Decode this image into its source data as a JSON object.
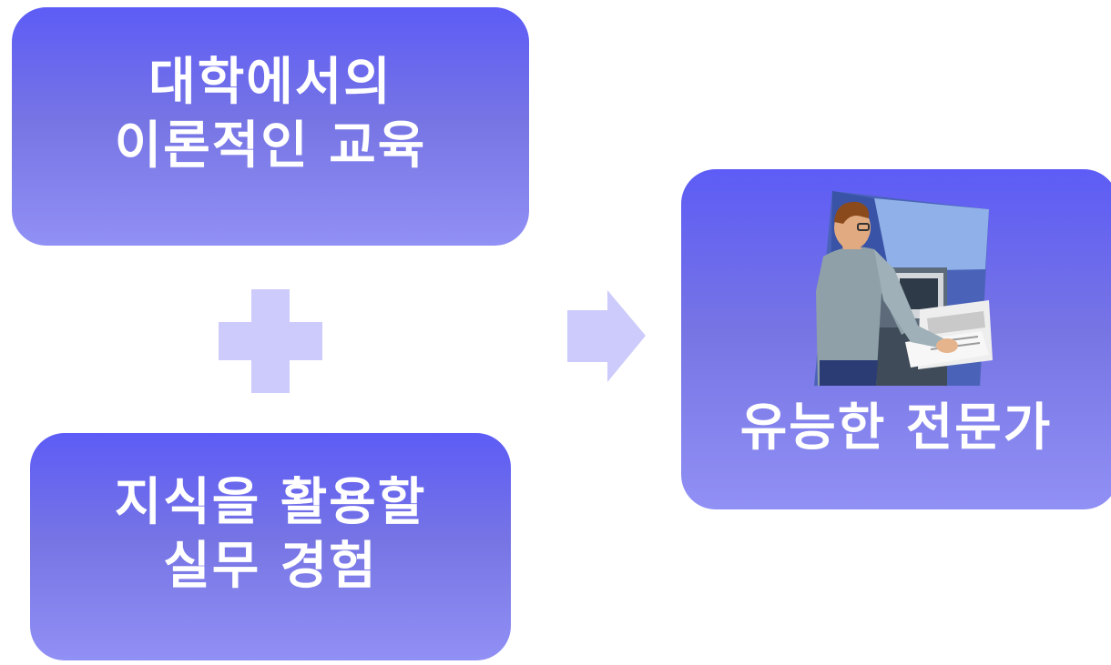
{
  "diagram": {
    "theory_box": {
      "line1": "대학에서의",
      "line2": "이론적인 교육"
    },
    "practice_box": {
      "line1": "지식을 활용할",
      "line2": "실무 경험"
    },
    "result_box": {
      "label": "유능한 전문가"
    },
    "operator_icon": "plus-icon",
    "connector_icon": "arrow-right-icon",
    "result_image": "office-worker-clipart-icon",
    "colors": {
      "box_gradient_top": "#5d5cf6",
      "box_gradient_bottom": "#9190f5",
      "box_text": "#ffffff",
      "connector": "#cccbfb"
    }
  }
}
